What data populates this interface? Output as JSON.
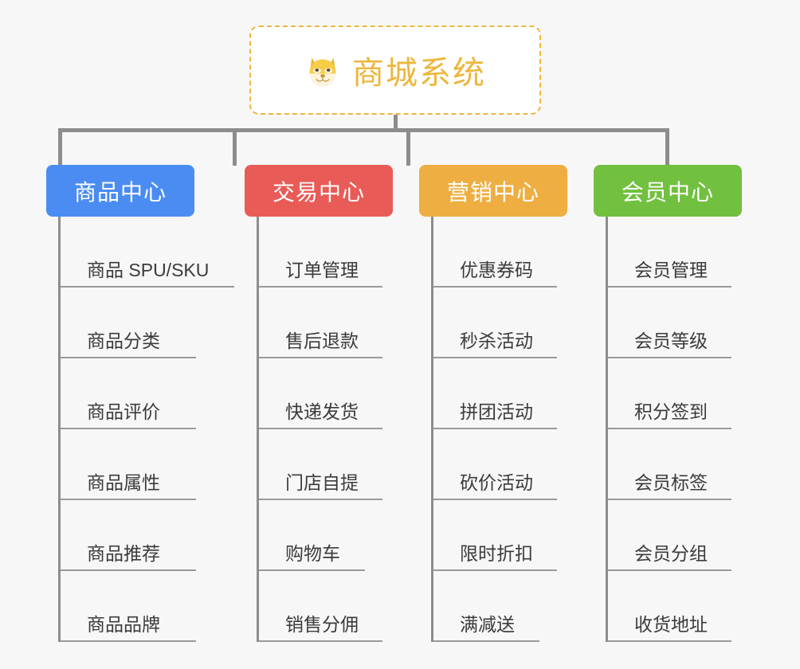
{
  "diagram": {
    "type": "mind-map",
    "background_color": "#f7f7f7",
    "root": {
      "title": "商城系统",
      "icon": "shiba-dog-face-emoji",
      "text_color": "#edb63c",
      "border_color": "#edb63c",
      "border_style": "dashed",
      "fill_color": "#ffffff"
    },
    "connector_color": "#8d8d8d",
    "leaf_text_color": "#3b3b3b",
    "leaf_rule_color": "#9a9a9a",
    "branches": [
      {
        "label": "商品中心",
        "color": "#4a8cf2",
        "items": [
          "商品 SPU/SKU",
          "商品分类",
          "商品评价",
          "商品属性",
          "商品推荐",
          "商品品牌"
        ]
      },
      {
        "label": "交易中心",
        "color": "#e95b57",
        "items": [
          "订单管理",
          "售后退款",
          "快递发货",
          "门店自提",
          "购物车",
          "销售分佣"
        ]
      },
      {
        "label": "营销中心",
        "color": "#eeae42",
        "items": [
          "优惠券码",
          "秒杀活动",
          "拼团活动",
          "砍价活动",
          "限时折扣",
          "满减送"
        ]
      },
      {
        "label": "会员中心",
        "color": "#72c040",
        "items": [
          "会员管理",
          "会员等级",
          "积分签到",
          "会员标签",
          "会员分组",
          "收货地址"
        ]
      }
    ]
  }
}
